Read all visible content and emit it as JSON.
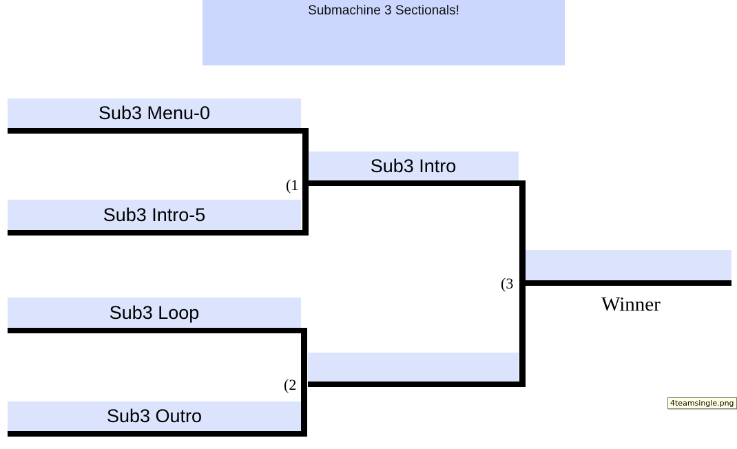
{
  "header": {
    "title": "Submachine 3 Sectionals!"
  },
  "round1": [
    {
      "team": "Sub3 Menu-0"
    },
    {
      "team": "Sub3 Intro-5"
    },
    {
      "team": "Sub3 Loop"
    },
    {
      "team": "Sub3 Outro"
    }
  ],
  "round2": [
    {
      "team": "Sub3 Intro"
    },
    {
      "team": ""
    }
  ],
  "final": {
    "team": "",
    "label": "Winner"
  },
  "seeds": [
    "(1",
    "(2",
    "(3"
  ],
  "tooltip": {
    "text": "4teamsingle.png"
  },
  "colors": {
    "header_bg": "#ccd7fd",
    "slot_bg": "#dbe3fd",
    "line": "#000000"
  }
}
